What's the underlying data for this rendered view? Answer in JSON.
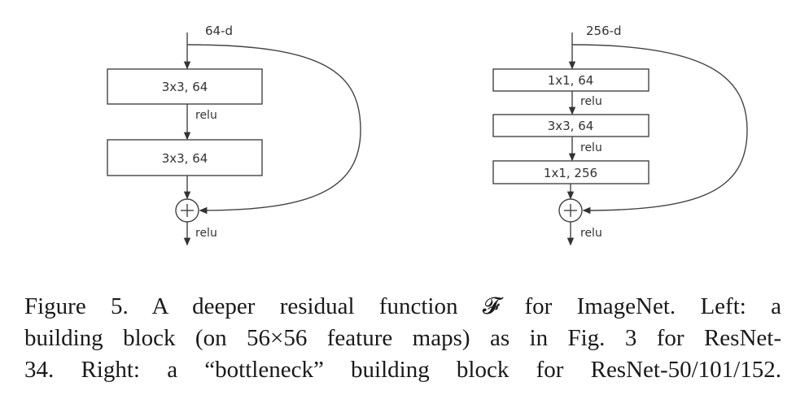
{
  "left_block": {
    "input_label": "64-d",
    "layers": [
      "3x3, 64",
      "3x3, 64"
    ],
    "relu_labels": [
      "relu",
      "relu"
    ]
  },
  "right_block": {
    "input_label": "256-d",
    "layers": [
      "1x1, 64",
      "3x3, 64",
      "1x1, 256"
    ],
    "relu_labels": [
      "relu",
      "relu",
      "relu"
    ]
  },
  "caption": {
    "lines": [
      "Figure 5. A deeper residual function 𝓕 for ImageNet.  Left: a",
      "building block (on 56×56 feature maps) as in Fig. 3 for ResNet-",
      "34. Right: a “bottleneck” building block for ResNet-50/101/152."
    ]
  }
}
